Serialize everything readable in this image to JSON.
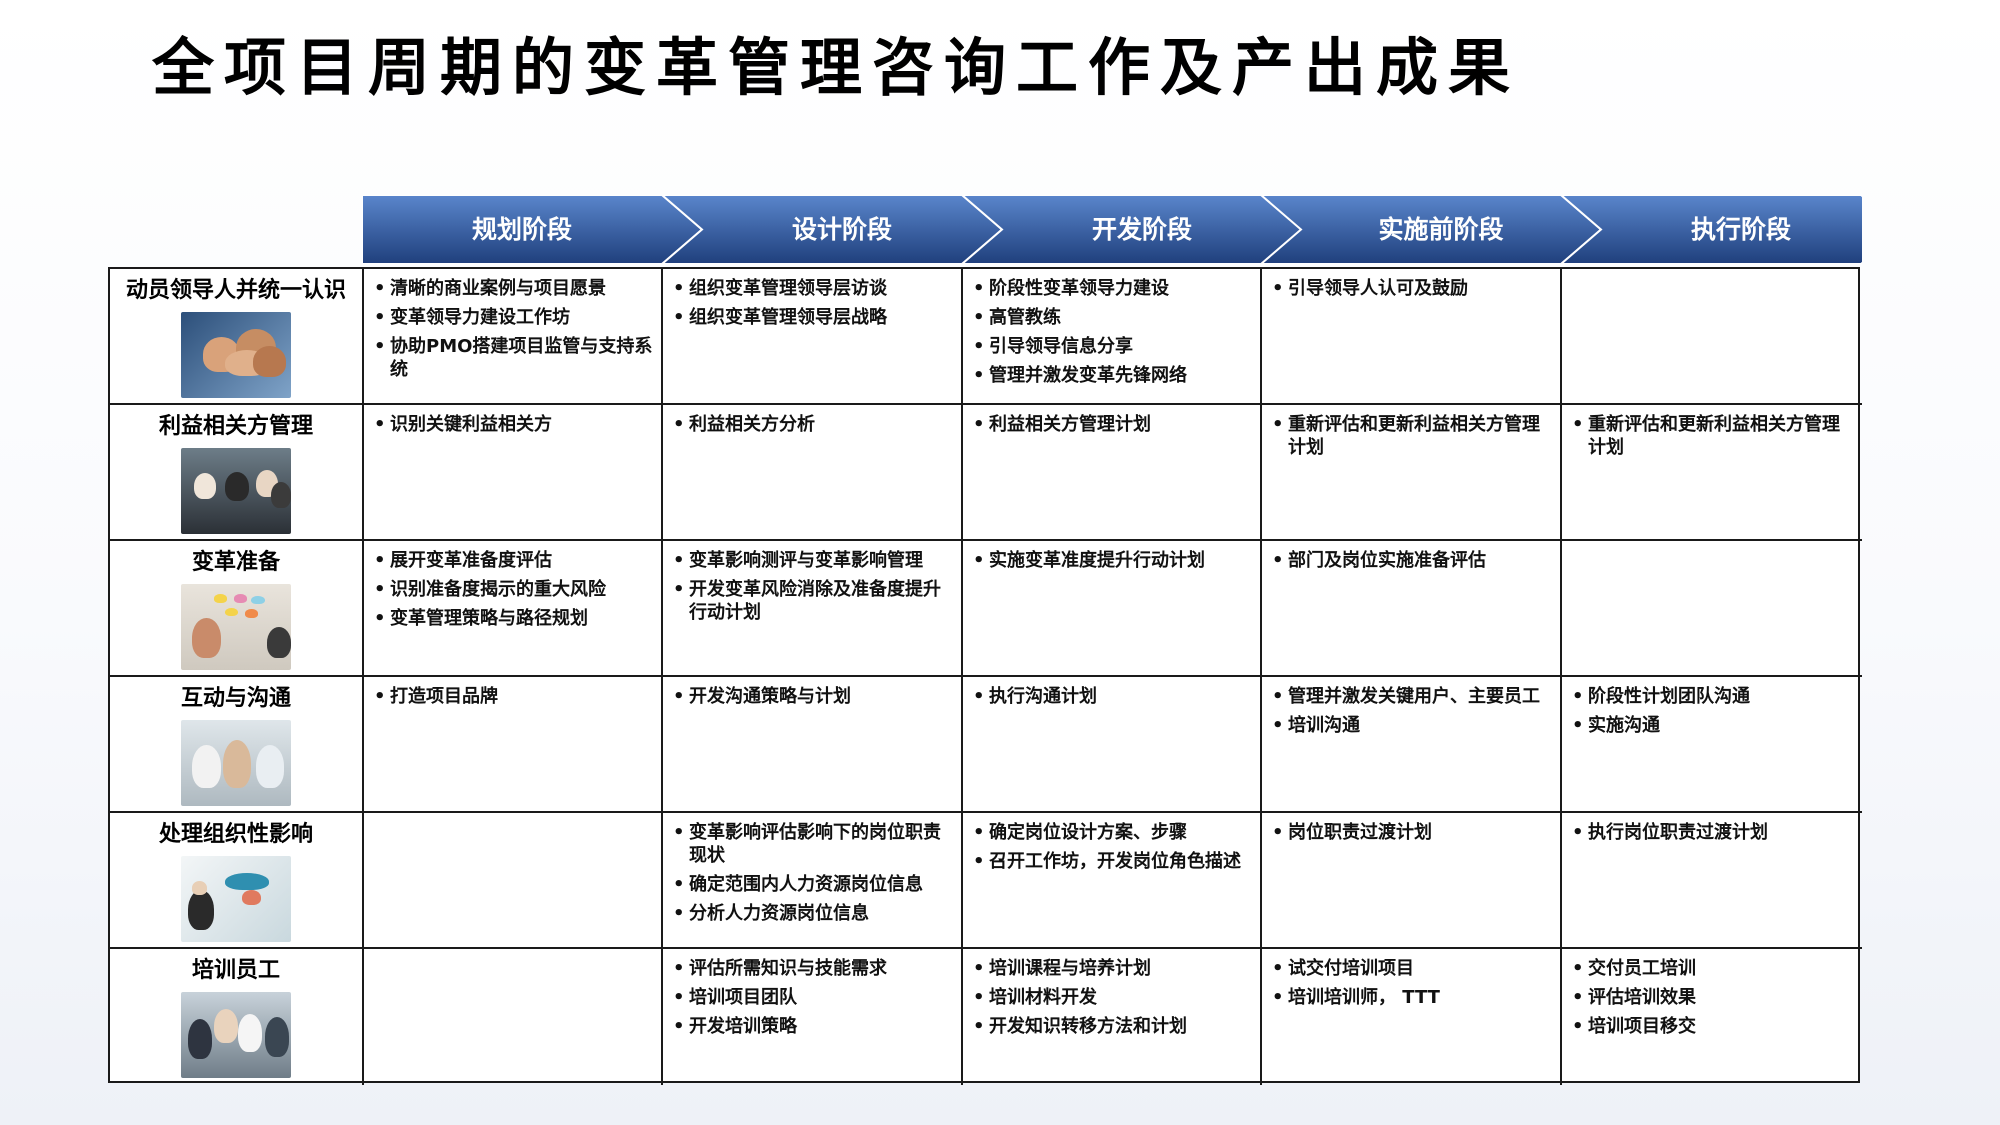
{
  "title": "全项目周期的变革管理咨询工作及产出成果",
  "stages": [
    "规划阶段",
    "设计阶段",
    "开发阶段",
    "实施前阶段",
    "执行阶段"
  ],
  "colors": {
    "stage_dark": "#1f3f7c",
    "stage_light": "#4f7cc4",
    "border": "#1a1a1a"
  },
  "rows": [
    {
      "title": "动员领导人并统一认识",
      "photo_icon": "hands-together-photo",
      "cells": [
        [
          "清晰的商业案例与项目愿景",
          "变革领导力建设工作坊",
          "协助PMO搭建项目监管与支持系统"
        ],
        [
          "组织变革管理领导层访谈",
          "组织变革管理领导层战略"
        ],
        [
          "阶段性变革领导力建设",
          "高管教练",
          "引导领导信息分享",
          "管理并激发变革先锋网络"
        ],
        [
          "引导领导人认可及鼓励"
        ],
        []
      ]
    },
    {
      "title": "利益相关方管理",
      "photo_icon": "meeting-room-photo",
      "cells": [
        [
          "识别关键利益相关方"
        ],
        [
          "利益相关方分析"
        ],
        [
          "利益相关方管理计划"
        ],
        [
          "重新评估和更新利益相关方管理计划"
        ],
        [
          "重新评估和更新利益相关方管理计划"
        ]
      ]
    },
    {
      "title": "变革准备",
      "photo_icon": "sticky-notes-photo",
      "cells": [
        [
          "展开变革准备度评估",
          "识别准备度揭示的重大风险",
          "变革管理策略与路径规划"
        ],
        [
          "变革影响测评与变革影响管理",
          "开发变革风险消除及准备度提升行动计划"
        ],
        [
          "实施变革准度提升行动计划"
        ],
        [
          "部门及岗位实施准备评估"
        ],
        []
      ]
    },
    {
      "title": "互动与沟通",
      "photo_icon": "team-discussion-photo",
      "cells": [
        [
          "打造项目品牌"
        ],
        [
          "开发沟通策略与计划"
        ],
        [
          "执行沟通计划"
        ],
        [
          "管理并激发关键用户、主要员工",
          "培训沟通"
        ],
        [
          "阶段性计划团队沟通",
          "实施沟通"
        ]
      ]
    },
    {
      "title": "处理组织性影响",
      "photo_icon": "whiteboard-photo",
      "cells": [
        [],
        [
          "变革影响评估影响下的岗位职责现状",
          "确定范围内人力资源岗位信息",
          "分析人力资源岗位信息"
        ],
        [
          "确定岗位设计方案、步骤",
          "召开工作坊，开发岗位角色描述"
        ],
        [
          "岗位职责过渡计划"
        ],
        [
          " 执行岗位职责过渡计划"
        ]
      ]
    },
    {
      "title": "培训员工",
      "photo_icon": "training-group-photo",
      "cells": [
        [],
        [
          "评估所需知识与技能需求",
          "培训项目团队",
          "开发培训策略"
        ],
        [
          "培训课程与培养计划",
          "培训材料开发",
          "开发知识转移方法和计划"
        ],
        [
          "试交付培训项目",
          "培训培训师，  TTT"
        ],
        [
          "交付员工培训",
          "评估培训效果",
          "培训项目移交"
        ]
      ]
    }
  ]
}
